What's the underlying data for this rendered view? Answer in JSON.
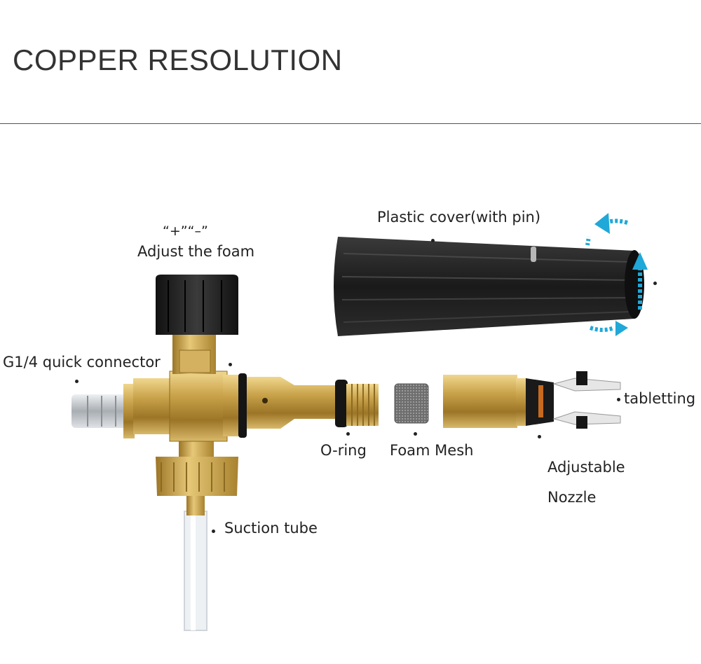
{
  "header": {
    "title": "COPPER RESOLUTION"
  },
  "labels": {
    "plus_minus": "“+”“–”",
    "adjust_foam": "Adjust the foam",
    "plastic_cover": "Plastic cover(with pin)",
    "quick_connector": "G1/4 quick connector",
    "tabletting": "tabletting",
    "o_ring": "O-ring",
    "foam_mesh": "Foam Mesh",
    "adjustable_line1": "Adjustable",
    "adjustable_line2": "Nozzle",
    "suction_tube": "Suction tube"
  },
  "colors": {
    "brass": "#c9a24a",
    "brass_dark": "#8c6a22",
    "brass_light": "#e9d08a",
    "black_part": "#1e1e1e",
    "rotation_arrow": "#1fa8d8",
    "steel": "#c4c8cc"
  }
}
